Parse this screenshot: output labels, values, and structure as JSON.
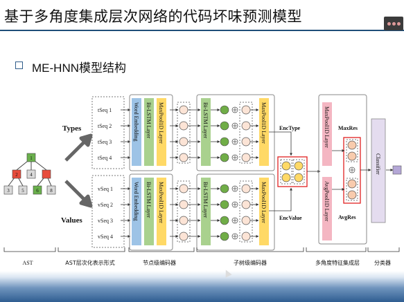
{
  "slide": {
    "title": "基于多角度集成层次网络的代码坏味预测模型",
    "subtitle": "ME-HNN模型结构"
  },
  "diagram": {
    "types_label": "Types",
    "values_label": "Values",
    "type_seqs": [
      "tSeq 1",
      "tSeq 2",
      "tSeq 3",
      "tSeq 4"
    ],
    "value_seqs": [
      "vSeq 1",
      "vSeq 2",
      "vSeq 3",
      "vSeq 4"
    ],
    "word_embedding": "Word Embedding",
    "bilstm": "Bi-LSTM Layer",
    "maxpool": "MaxPool1D Layer",
    "avgpool": "AvgPool1D Layer",
    "enc_type": "EncType",
    "enc_value": "EncValue",
    "max_res": "MaxRes",
    "avg_res": "AvgRes",
    "classifier": "Classifier",
    "ast_nodes": [
      "1",
      "2",
      "4",
      "3",
      "5",
      "6",
      "8"
    ],
    "section_labels": [
      "AST",
      "AST层次化表示形式",
      "节点级编码器",
      "子树级编码器",
      "多角度特征集成层",
      "分类器"
    ]
  }
}
